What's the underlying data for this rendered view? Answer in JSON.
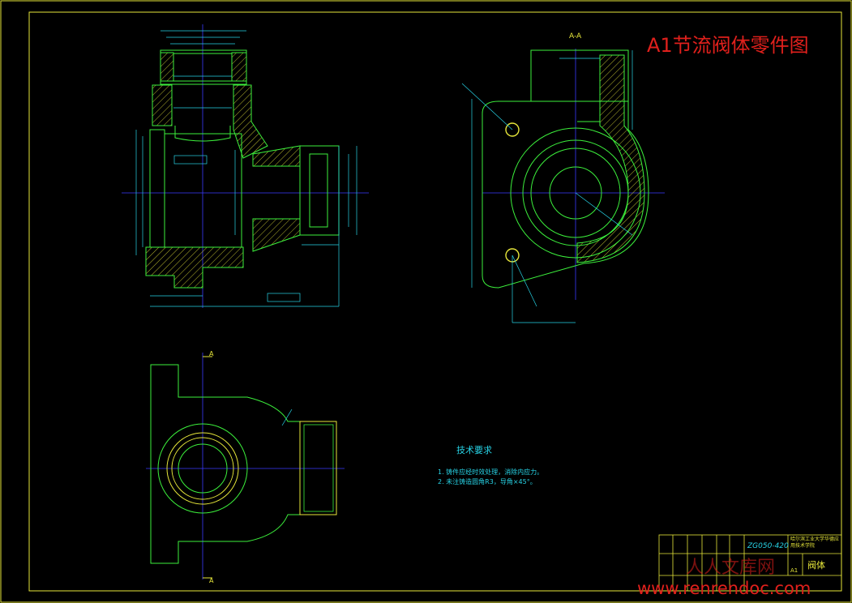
{
  "sheet_title": "A1节流阀体零件图",
  "section_label": "A-A",
  "cut_label_a": "A",
  "tech_requirements": {
    "title": "技术要求",
    "items": [
      "1. 铸件应经时效处理，消除内应力。",
      "2. 未注铸造圆角R3，导角×45°。"
    ]
  },
  "title_block": {
    "drawing_number": "ZG050-420",
    "part_name": "阀体",
    "scale": "A1",
    "school": "哈尔滨工业大学华德应用技术学院"
  },
  "watermark_url": "www.renrendoc.com",
  "watermark_cn": "人人文库网",
  "colors": {
    "border": "#e6e63a",
    "outline": "#3cf03c",
    "dimension": "#27d3e6",
    "centerline": "#3a3aff",
    "hatch": "#e6e63a",
    "accent_red": "#e0201c"
  }
}
